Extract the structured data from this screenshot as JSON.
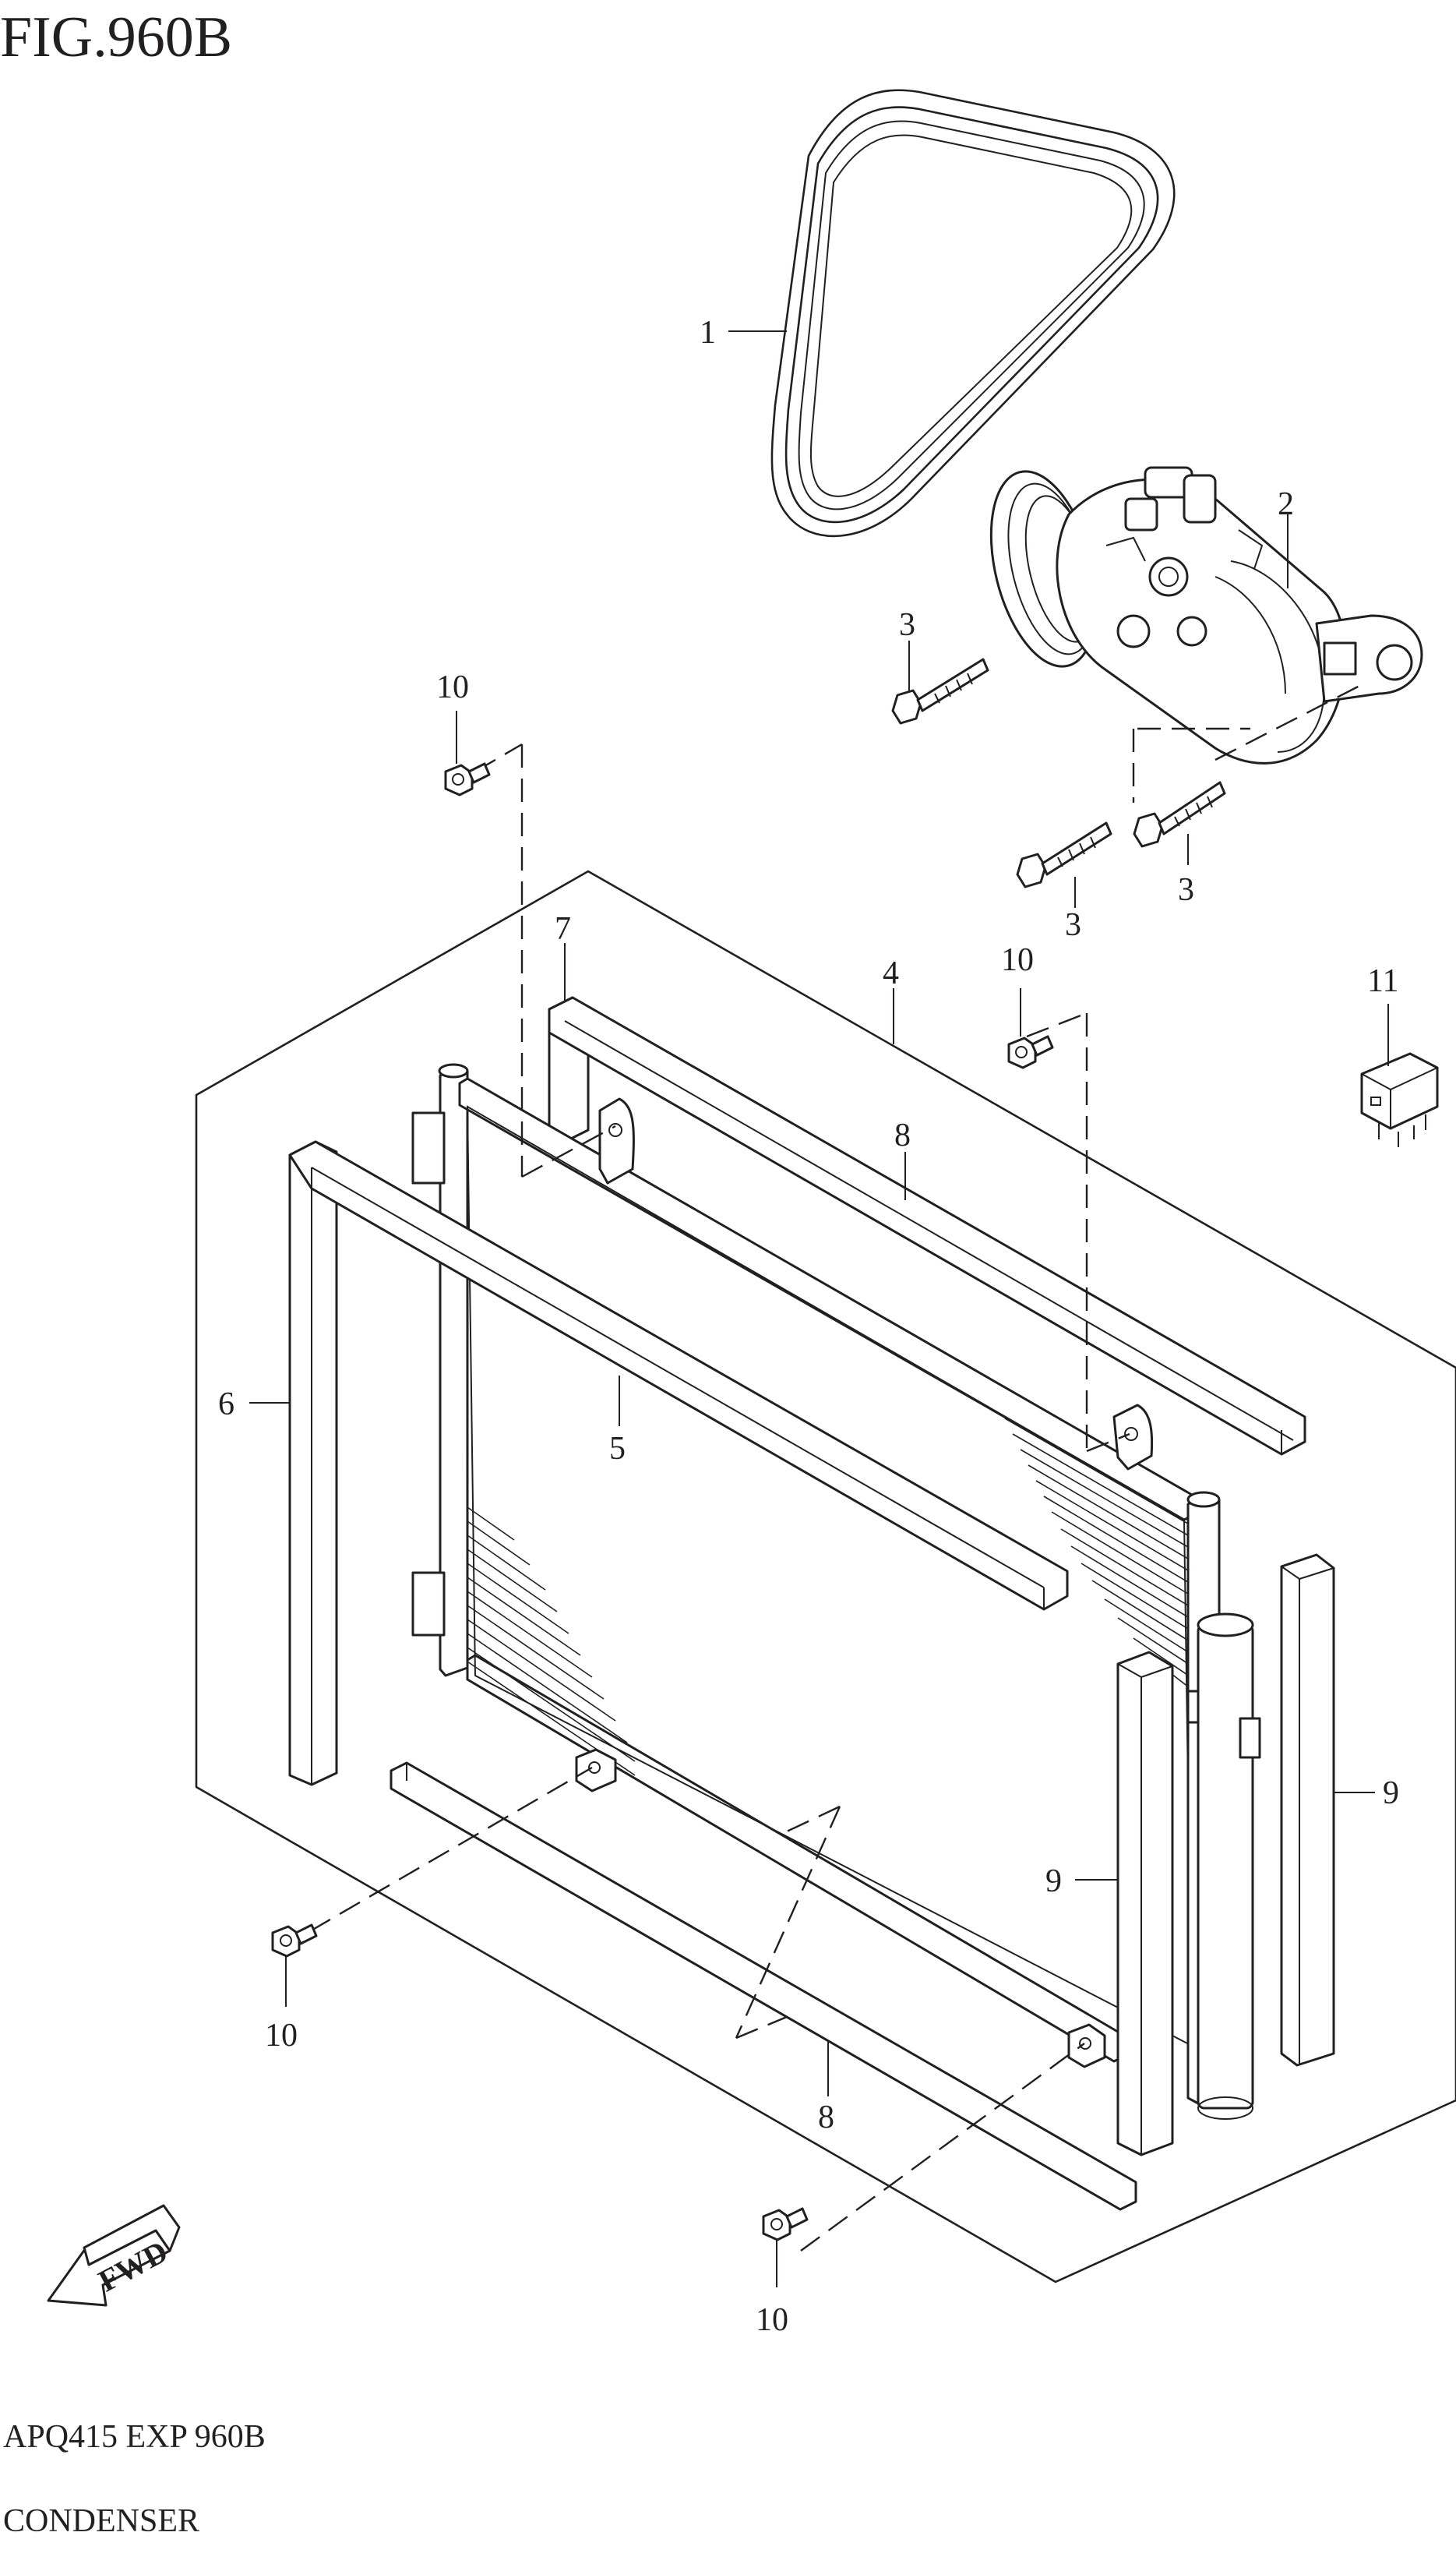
{
  "figure": {
    "title": "FIG.960B",
    "model_code": "APQ415 EXP 960B",
    "section_name": "CONDENSER",
    "fwd_label": "FWD"
  },
  "callouts": {
    "c1": "1",
    "c2": "2",
    "c3a": "3",
    "c3b": "3",
    "c3c": "3",
    "c4": "4",
    "c5": "5",
    "c6": "6",
    "c7": "7",
    "c8a": "8",
    "c8b": "8",
    "c9a": "9",
    "c9b": "9",
    "c10a": "10",
    "c10b": "10",
    "c10c": "10",
    "c10d": "10",
    "c11": "11"
  }
}
